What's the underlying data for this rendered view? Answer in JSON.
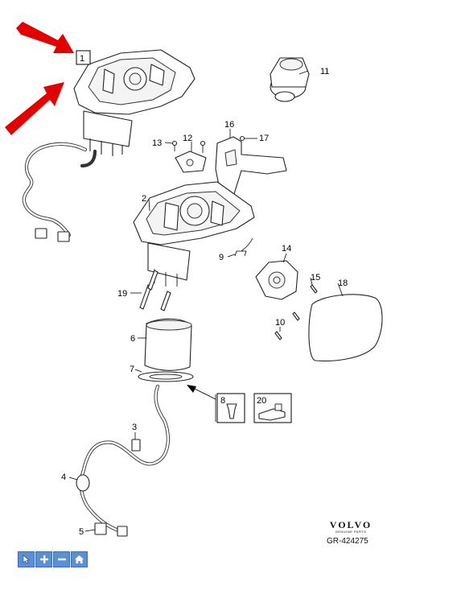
{
  "diagram": {
    "callouts": [
      "1",
      "2",
      "3",
      "4",
      "5",
      "6",
      "7",
      "8",
      "9",
      "10",
      "11",
      "12",
      "13",
      "14",
      "15",
      "16",
      "17",
      "18",
      "19",
      "20"
    ]
  },
  "brand": {
    "logo_text": "VOLVO",
    "sub_text": "GENUINE PARTS",
    "reference": "GR-424275"
  },
  "toolbar": {
    "select_icon": "pointer-icon",
    "zoom_in_icon": "plus-icon",
    "zoom_out_icon": "minus-icon",
    "home_icon": "home-icon"
  },
  "colors": {
    "highlight_arrow": "#e30000",
    "toolbar_button": "#5b8fd6"
  }
}
